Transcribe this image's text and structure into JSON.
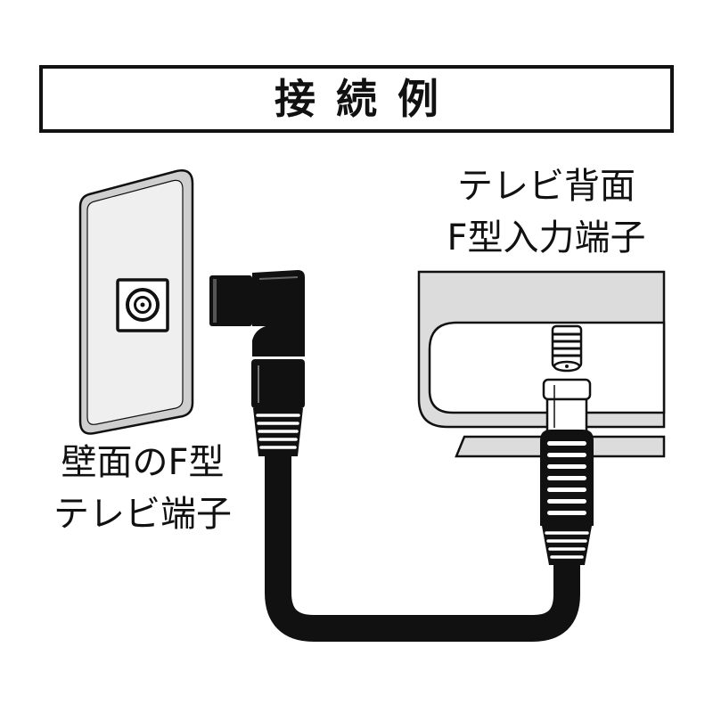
{
  "title": "接続例",
  "wall_terminal": {
    "label_line1": "壁面のF型",
    "label_line2": "テレビ端子"
  },
  "tv_terminal": {
    "label_line1": "テレビ背面",
    "label_line2": "F型入力端子"
  },
  "icons": {
    "wall_socket": "coaxial-socket-icon",
    "cable": "coaxial-cable",
    "left_plug": "angled-f-plug",
    "right_plug": "straight-f-plug"
  },
  "colors": {
    "outline": "#111111",
    "panel_gray": "#dcdcdc",
    "plate_face": "#efefef",
    "background": "#ffffff"
  }
}
